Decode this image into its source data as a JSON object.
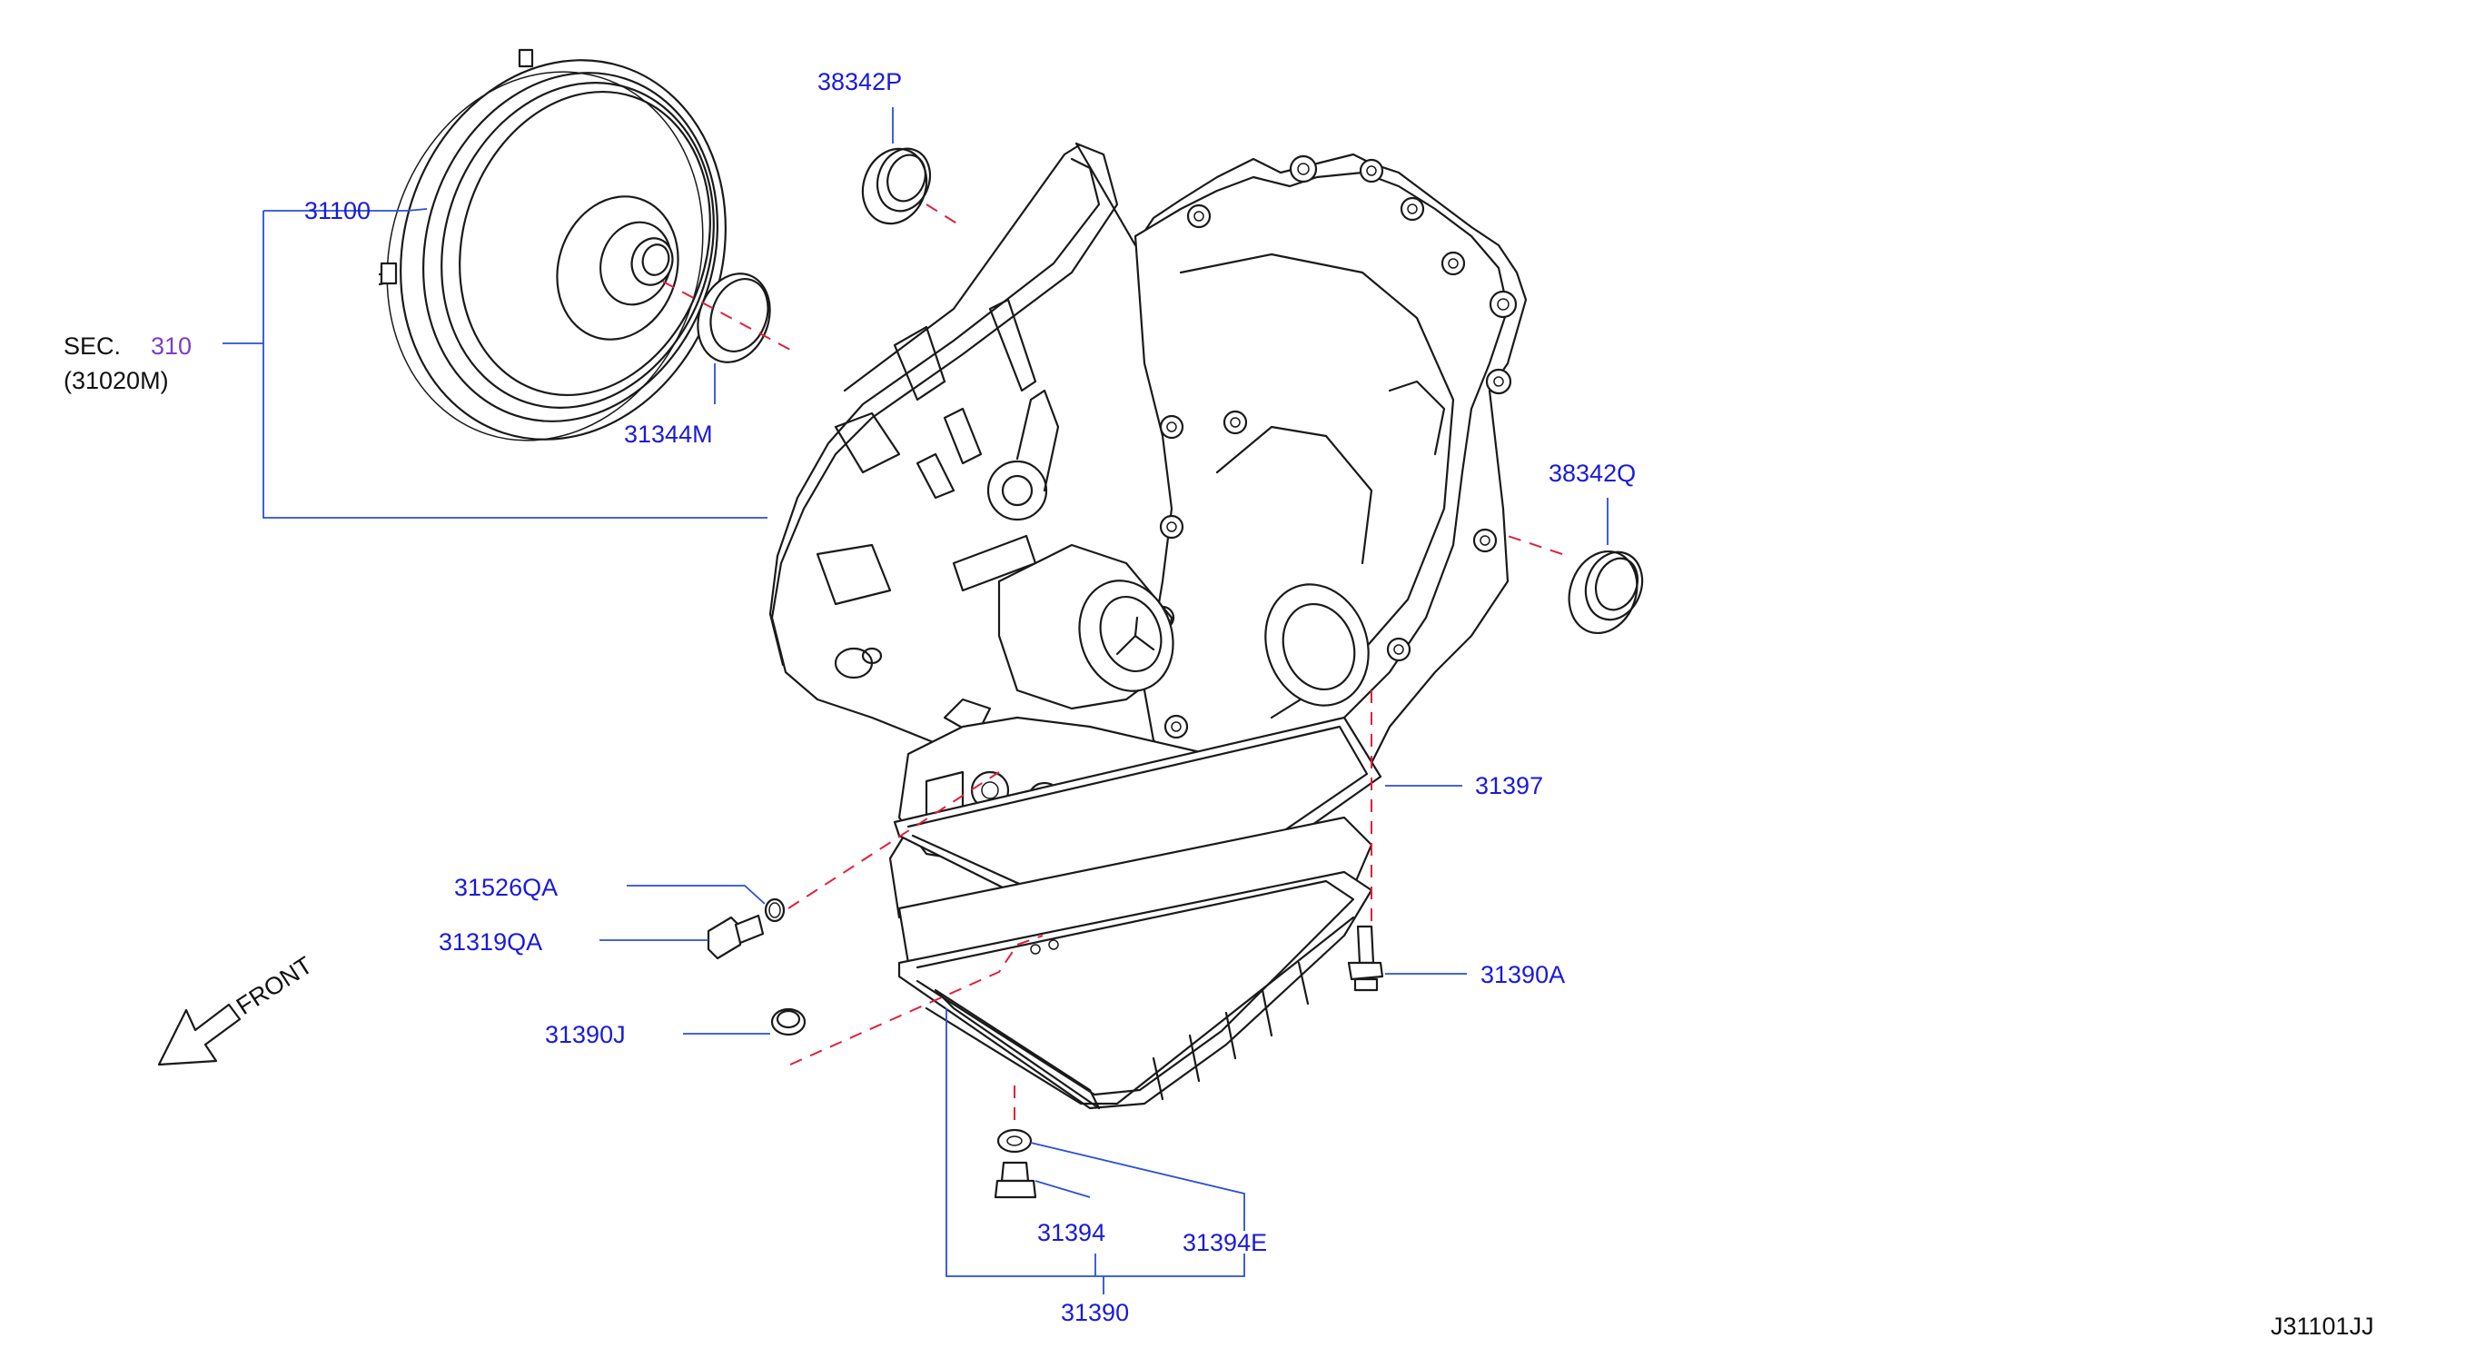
{
  "diagram": {
    "code": "J31101JJ",
    "front_label": "FRONT",
    "section_ref": {
      "prefix": "SEC.",
      "number": "310",
      "sub": "(31020M)"
    },
    "parts": [
      {
        "id": "p31100",
        "label": "31100"
      },
      {
        "id": "p38342P",
        "label": "38342P"
      },
      {
        "id": "p31344M",
        "label": "31344M"
      },
      {
        "id": "p38342Q",
        "label": "38342Q"
      },
      {
        "id": "p31397",
        "label": "31397"
      },
      {
        "id": "p31526QA",
        "label": "31526QA"
      },
      {
        "id": "p31319QA",
        "label": "31319QA"
      },
      {
        "id": "p31390A",
        "label": "31390A"
      },
      {
        "id": "p31390J",
        "label": "31390J"
      },
      {
        "id": "p31394",
        "label": "31394"
      },
      {
        "id": "p31394E",
        "label": "31394E"
      },
      {
        "id": "p31390",
        "label": "31390"
      }
    ],
    "colors": {
      "label": "#1a1adb",
      "section_number": "#7a3fc7",
      "leader": "#2a4fd6",
      "hidden_line": "#e0203a",
      "line_art": "#1a1a1a"
    }
  }
}
